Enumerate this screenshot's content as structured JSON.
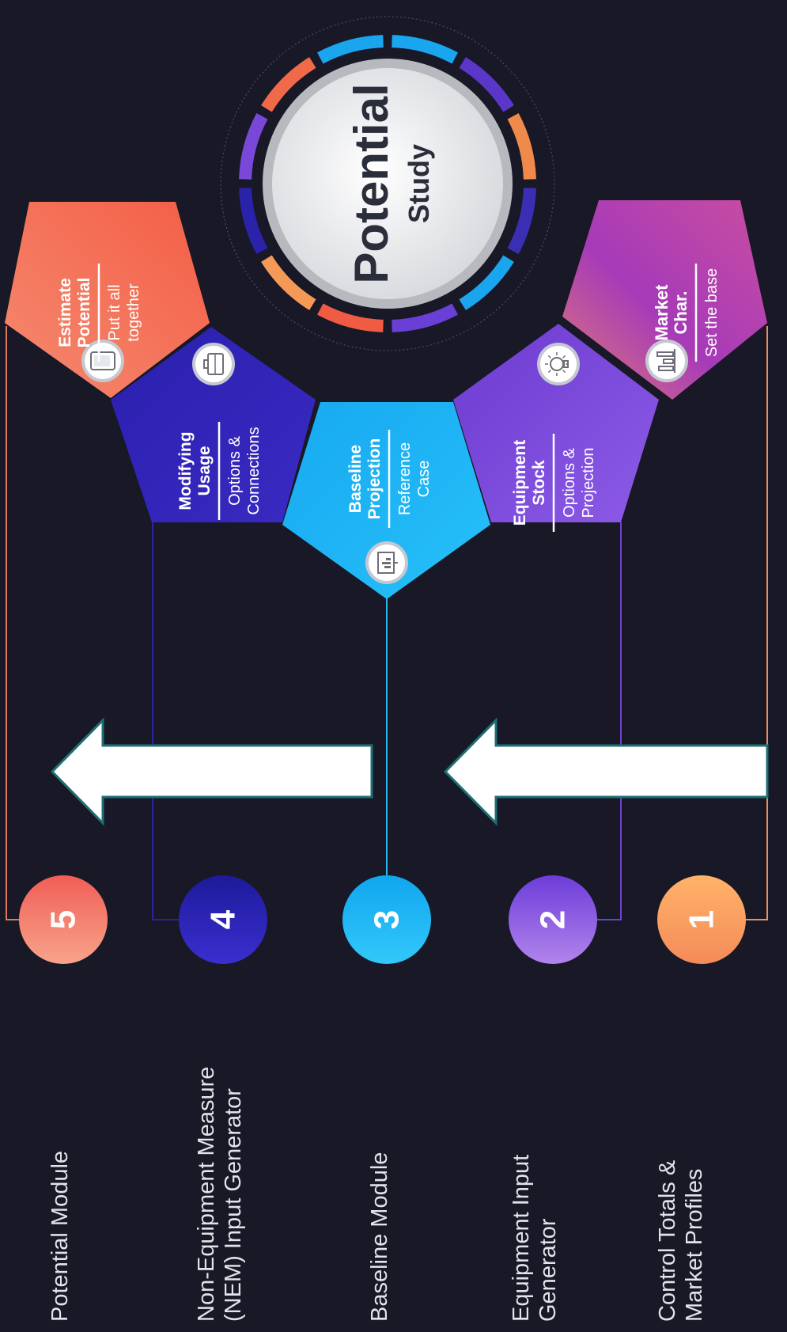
{
  "hub": {
    "title": "Potential",
    "subtitle": "Study"
  },
  "steps": [
    {
      "number": "1",
      "heading": [
        "Market",
        "Char."
      ],
      "tagline": [
        "Set the base"
      ],
      "module": [
        "Control Totals &",
        "Market Profiles"
      ],
      "icon": "bar-chart-icon",
      "color": "#f8a35b"
    },
    {
      "number": "2",
      "heading": [
        "Equipment",
        "Stock"
      ],
      "tagline": [
        "Options &",
        "Projection"
      ],
      "module": [
        "Equipment Input",
        "Generator"
      ],
      "icon": "lightbulb-icon",
      "color": "#8a52e0"
    },
    {
      "number": "3",
      "heading": [
        "Baseline",
        "Projection"
      ],
      "tagline": [
        "Reference",
        "Case"
      ],
      "module": [
        "Baseline Module"
      ],
      "icon": "presentation-icon",
      "color": "#1fb8f2"
    },
    {
      "number": "4",
      "heading": [
        "Modifying",
        "Usage"
      ],
      "tagline": [
        "Options &",
        "Connections"
      ],
      "module": [
        "Non-Equipment Measure",
        "(NEM) Input Generator"
      ],
      "icon": "briefcase-icon",
      "color": "#2b24b8"
    },
    {
      "number": "5",
      "heading": [
        "Estimate",
        "Potential"
      ],
      "tagline": [
        "Put it all",
        "together"
      ],
      "module": [
        "Potential Module"
      ],
      "icon": "tablet-icon",
      "color": "#f0705a"
    }
  ]
}
